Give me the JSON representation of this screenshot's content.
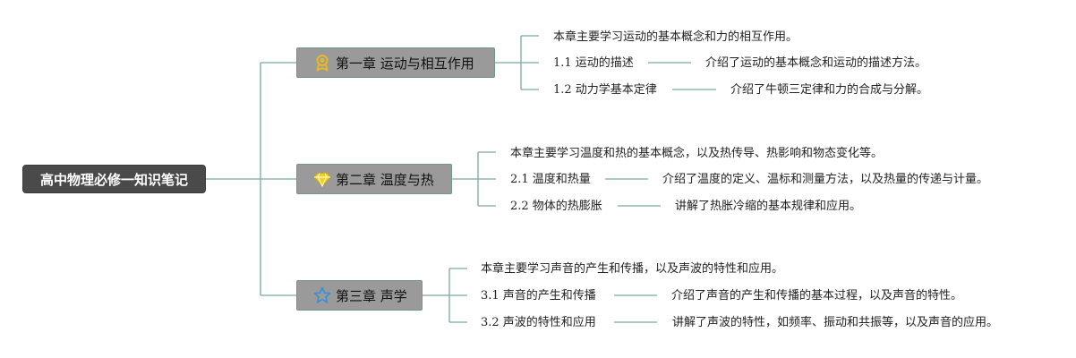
{
  "root": {
    "label": "高中物理必修一知识笔记"
  },
  "chapters": [
    {
      "title": "第一章 运动与相互作用",
      "icon": "award-medal-icon",
      "icon_color": "#e8b828",
      "summary": "本章主要学习运动的基本概念和力的相互作用。",
      "sections": [
        {
          "title": "1.1 运动的描述",
          "desc": "介绍了运动的基本概念和运动的描述方法。"
        },
        {
          "title": "1.2 动力学基本定律",
          "desc": "介绍了牛顿三定律和力的合成与分解。"
        }
      ]
    },
    {
      "title": "第二章 温度与热",
      "icon": "diamond-gem-icon",
      "icon_color": "#f0d020",
      "summary": "本章主要学习温度和热的基本概念，以及热传导、热影响和物态变化等。",
      "sections": [
        {
          "title": "2.1 温度和热量",
          "desc": "介绍了温度的定义、温标和测量方法，以及热量的传递与计量。"
        },
        {
          "title": "2.2 物体的热膨胀",
          "desc": "讲解了热胀冷缩的基本规律和应用。"
        }
      ]
    },
    {
      "title": "第三章 声学",
      "icon": "star-outline-icon",
      "icon_color": "#3a8fd8",
      "summary": "本章主要学习声音的产生和传播，以及声波的特性和应用。",
      "sections": [
        {
          "title": "3.1 声音的产生和传播",
          "desc": "介绍了声音的产生和传播的基本过程，以及声音的特性。"
        },
        {
          "title": "3.2 声波的特性和应用",
          "desc": "讲解了声波的特性，如频率、振动和共振等，以及声音的应用。"
        }
      ]
    }
  ],
  "colors": {
    "line": "#7aaa96",
    "root_bg": "#4a4a4a",
    "chapter_bg": "#9a9a9a"
  }
}
